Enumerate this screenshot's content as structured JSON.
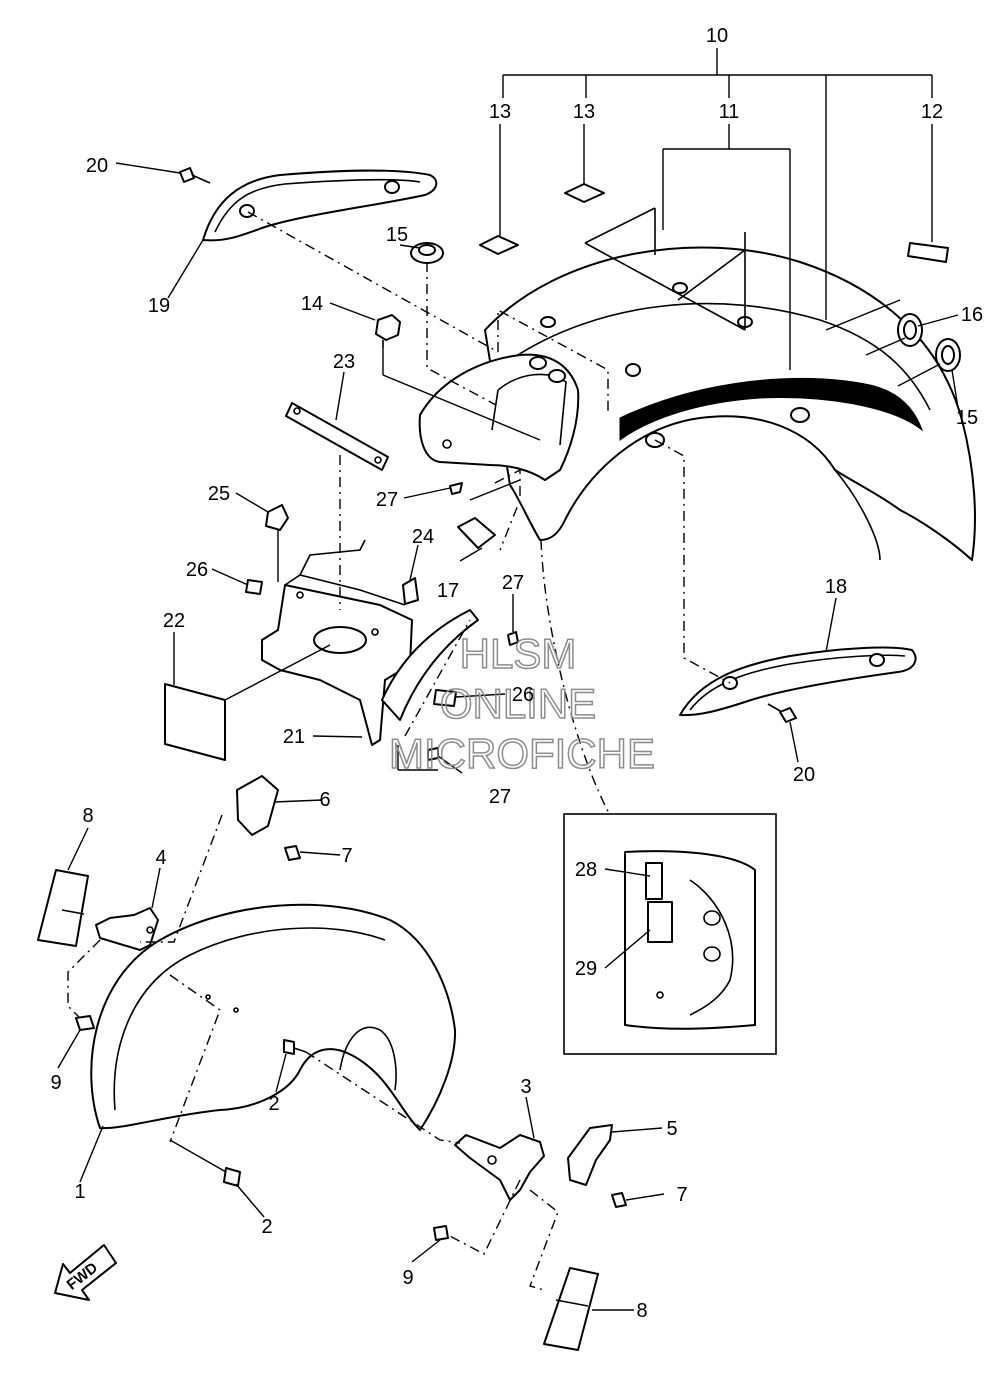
{
  "callouts": {
    "c1": "1",
    "c2a": "2",
    "c2b": "2",
    "c3": "3",
    "c4": "4",
    "c5": "5",
    "c6": "6",
    "c7a": "7",
    "c7b": "7",
    "c8a": "8",
    "c8b": "8",
    "c9a": "9",
    "c9b": "9",
    "c10": "10",
    "c11": "11",
    "c12": "12",
    "c13a": "13",
    "c13b": "13",
    "c14": "14",
    "c15a": "15",
    "c15b": "15",
    "c16": "16",
    "c17": "17",
    "c18": "18",
    "c19": "19",
    "c20a": "20",
    "c20b": "20",
    "c21": "21",
    "c22": "22",
    "c23": "23",
    "c24": "24",
    "c25": "25",
    "c26a": "26",
    "c26b": "26",
    "c27a": "27",
    "c27b": "27",
    "c27c": "27",
    "c28": "28",
    "c29": "29"
  },
  "watermark": {
    "line1": "HLSM",
    "line2": "ONLINE",
    "line3": "MICROFICHE"
  },
  "fwd_arrow": {
    "label": "FWD"
  }
}
